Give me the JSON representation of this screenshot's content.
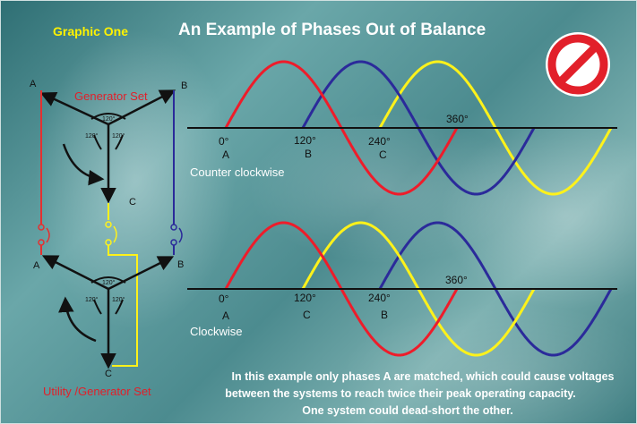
{
  "graphic_label": "Graphic One",
  "title": "An Example of Phases Out of Balance",
  "colors": {
    "phase_a": "#ee1c2a",
    "phase_b": "#2b2a9a",
    "phase_c": "#fff21a",
    "axis": "#111111",
    "yellow_text": "#fff200",
    "red_text": "#e0202a"
  },
  "no_symbol_icon": "prohibited-icon",
  "top_diagram": {
    "title": "Generator Set",
    "phase_a": "A",
    "phase_b": "B",
    "phase_c": "C",
    "angle_label": "120°",
    "rotation_label": "Counter clockwise",
    "axis_labels": [
      {
        "deg": "0°",
        "phase": "A"
      },
      {
        "deg": "120°",
        "phase": "B"
      },
      {
        "deg": "240°",
        "phase": "C"
      }
    ],
    "end_label": "360°",
    "wave_order": [
      "A",
      "B",
      "C"
    ]
  },
  "bottom_diagram": {
    "title": "Utility /Generator Set",
    "phase_a": "A",
    "phase_b": "B",
    "phase_c": "C",
    "angle_label": "120°",
    "rotation_label": "Clockwise",
    "axis_labels": [
      {
        "deg": "0°",
        "phase": "A"
      },
      {
        "deg": "120°",
        "phase": "C"
      },
      {
        "deg": "240°",
        "phase": "B"
      }
    ],
    "end_label": "360°",
    "wave_order": [
      "A",
      "C",
      "B"
    ]
  },
  "caption": {
    "line1": "In this example only phases A are matched, which could cause voltages",
    "line2": "between the systems to reach twice their peak operating capacity.",
    "line3": "One system  could dead-short the other."
  }
}
